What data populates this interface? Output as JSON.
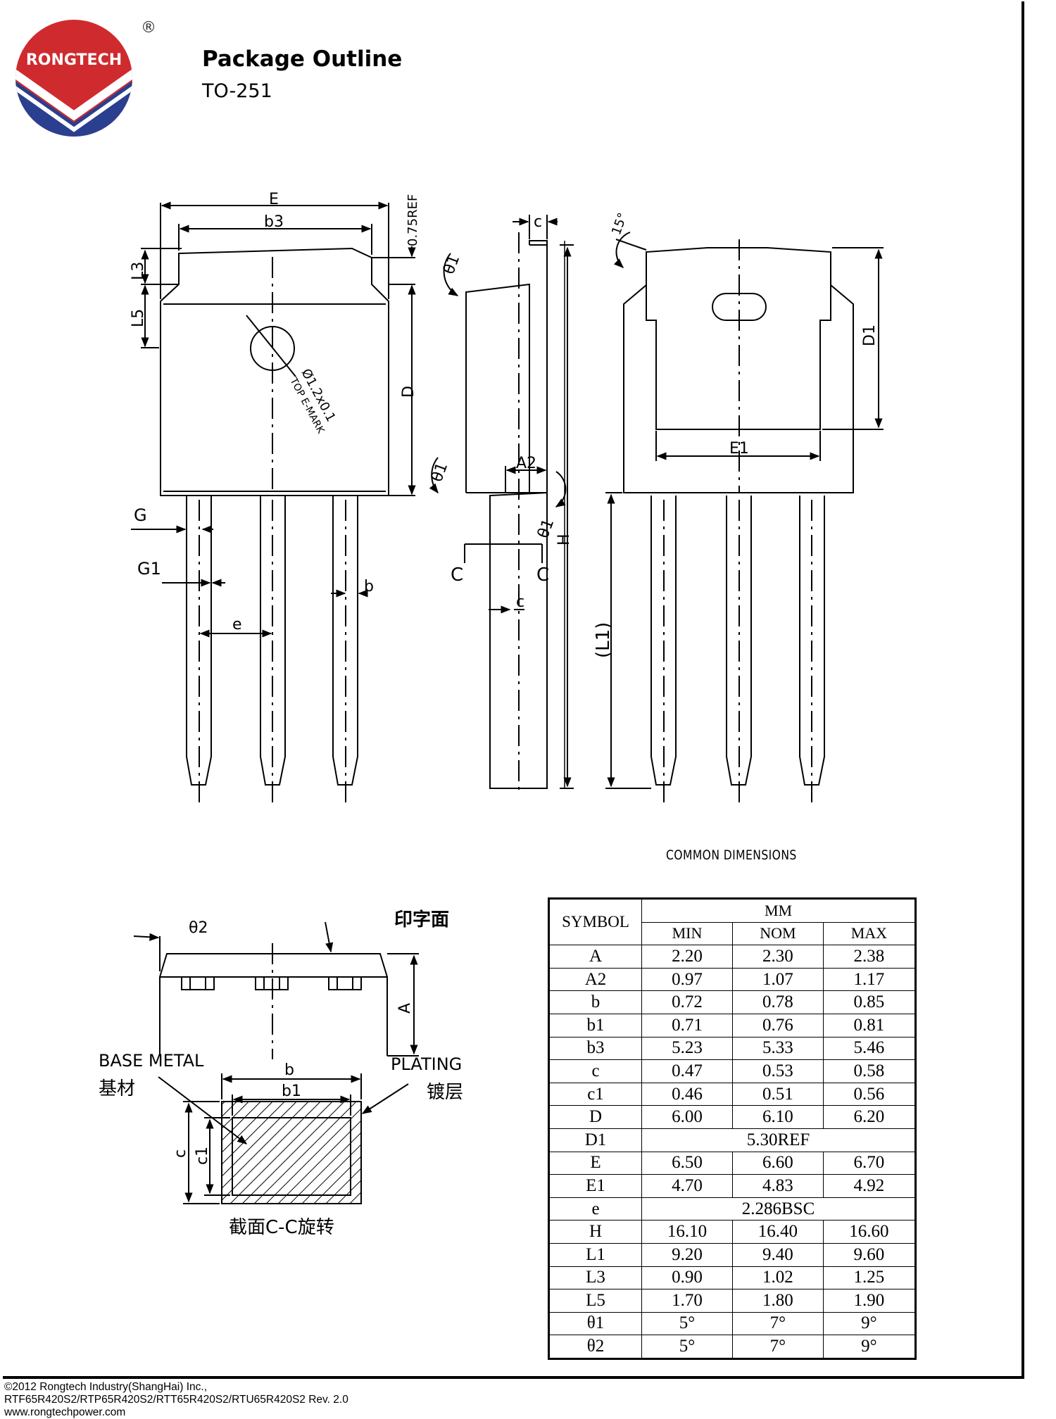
{
  "header": {
    "brand": "RONGTECH",
    "registered": "®",
    "title": "Package Outline",
    "subtitle": "TO-251"
  },
  "drawing_labels": {
    "E": "E",
    "b3": "b3",
    "ref075": "0.75REF",
    "L3": "L3",
    "L5": "L5",
    "D": "D",
    "hole": "Ø1.2x0.1",
    "emark": "TOP E-MARK",
    "theta1": "θ1",
    "c": "c",
    "A2": "A2",
    "H": "H",
    "C": "C",
    "L1": "(L1)",
    "G": "G",
    "G1": "G1",
    "b": "b",
    "e": "e",
    "deg15": "15°",
    "D1": "D1",
    "E1": "E1",
    "theta2": "θ2",
    "mark_face": "印字面",
    "A": "A",
    "base_metal": "BASE METAL",
    "base_metal_cn": "基材",
    "plating": "PLATING",
    "plating_cn": "镀层",
    "b1": "b1",
    "c1": "c1",
    "section": "截面C-C旋转"
  },
  "table": {
    "caption": "COMMON DIMENSIONS",
    "symbol_header": "SYMBOL",
    "unit_header": "MM",
    "columns": [
      "MIN",
      "NOM",
      "MAX"
    ],
    "rows": [
      {
        "symbol": "A",
        "min": "2.20",
        "nom": "2.30",
        "max": "2.38"
      },
      {
        "symbol": "A2",
        "min": "0.97",
        "nom": "1.07",
        "max": "1.17"
      },
      {
        "symbol": "b",
        "min": "0.72",
        "nom": "0.78",
        "max": "0.85"
      },
      {
        "symbol": "b1",
        "min": "0.71",
        "nom": "0.76",
        "max": "0.81"
      },
      {
        "symbol": "b3",
        "min": "5.23",
        "nom": "5.33",
        "max": "5.46"
      },
      {
        "symbol": "c",
        "min": "0.47",
        "nom": "0.53",
        "max": "0.58"
      },
      {
        "symbol": "c1",
        "min": "0.46",
        "nom": "0.51",
        "max": "0.56"
      },
      {
        "symbol": "D",
        "min": "6.00",
        "nom": "6.10",
        "max": "6.20"
      },
      {
        "symbol": "D1",
        "span": "5.30REF"
      },
      {
        "symbol": "E",
        "min": "6.50",
        "nom": "6.60",
        "max": "6.70"
      },
      {
        "symbol": "E1",
        "min": "4.70",
        "nom": "4.83",
        "max": "4.92"
      },
      {
        "symbol": "e",
        "span": "2.286BSC"
      },
      {
        "symbol": "H",
        "min": "16.10",
        "nom": "16.40",
        "max": "16.60"
      },
      {
        "symbol": "L1",
        "min": "9.20",
        "nom": "9.40",
        "max": "9.60"
      },
      {
        "symbol": "L3",
        "min": "0.90",
        "nom": "1.02",
        "max": "1.25"
      },
      {
        "symbol": "L5",
        "min": "1.70",
        "nom": "1.80",
        "max": "1.90"
      },
      {
        "symbol": "θ1",
        "min": "5°",
        "nom": "7°",
        "max": "9°"
      },
      {
        "symbol": "θ2",
        "min": "5°",
        "nom": "7°",
        "max": "9°"
      }
    ]
  },
  "footer": {
    "line1": "©2012 Rongtech Industry(ShangHai) Inc.,",
    "line2": "RTF65R420S2/RTP65R420S2/RTT65R420S2/RTU65R420S2 Rev. 2.0",
    "line3": "www.rongtechpower.com"
  }
}
